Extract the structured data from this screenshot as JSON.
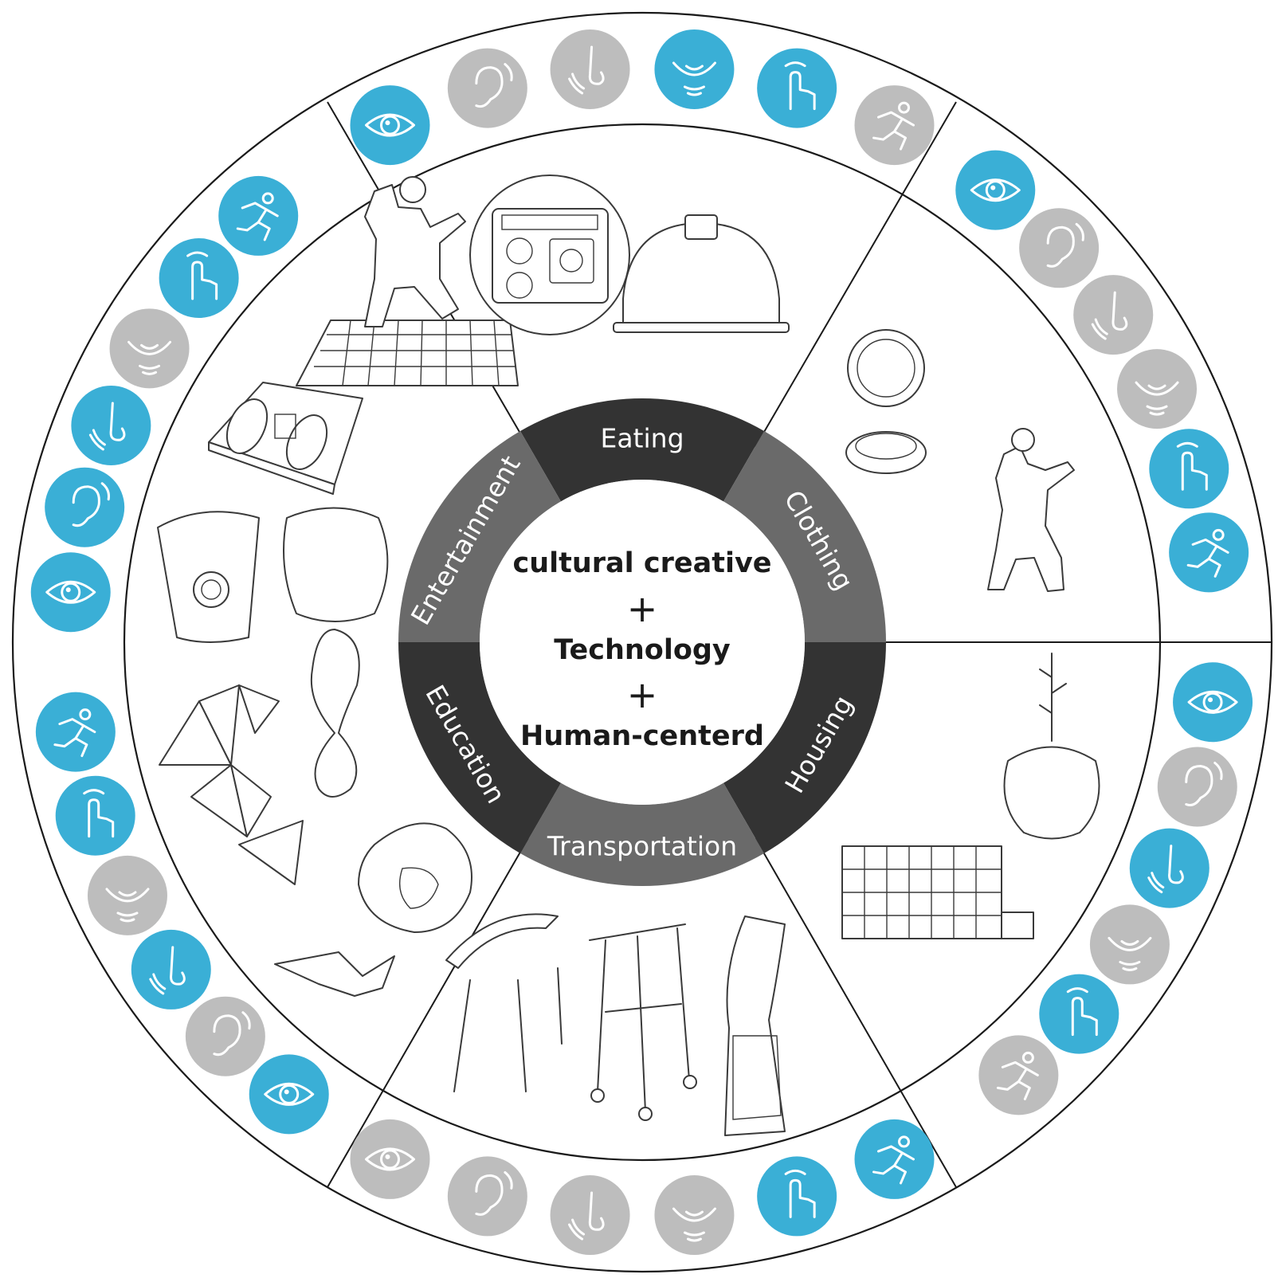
{
  "center": {
    "line1": "cultural creative",
    "plus1": "+",
    "line2": "Technology",
    "plus2": "+",
    "line3": "Human-centerd"
  },
  "segments": [
    {
      "id": "eating",
      "label": "Eating",
      "color": "#333333"
    },
    {
      "id": "clothing",
      "label": "Clothing",
      "color": "#6a6a6a"
    },
    {
      "id": "housing",
      "label": "Housing",
      "color": "#333333"
    },
    {
      "id": "transportation",
      "label": "Transportation",
      "color": "#6a6a6a"
    },
    {
      "id": "education",
      "label": "Education",
      "color": "#333333"
    },
    {
      "id": "entertainment",
      "label": "Entertainment",
      "color": "#6a6a6a"
    }
  ],
  "colors": {
    "active": "#3aafd6",
    "inactive": "#bdbdbd",
    "lines": "#1a1a1a"
  },
  "senses": [
    "eye-icon",
    "ear-icon",
    "nose-icon",
    "mouth-icon",
    "touch-icon",
    "motion-icon"
  ],
  "sense_states": {
    "eating": [
      true,
      false,
      false,
      true,
      true,
      false
    ],
    "clothing": [
      true,
      false,
      false,
      false,
      true,
      true
    ],
    "housing": [
      true,
      false,
      true,
      false,
      true,
      false
    ],
    "transportation": [
      false,
      false,
      false,
      false,
      true,
      true
    ],
    "education": [
      true,
      false,
      true,
      false,
      true,
      true
    ],
    "entertainment": [
      true,
      true,
      true,
      false,
      true,
      true
    ]
  }
}
